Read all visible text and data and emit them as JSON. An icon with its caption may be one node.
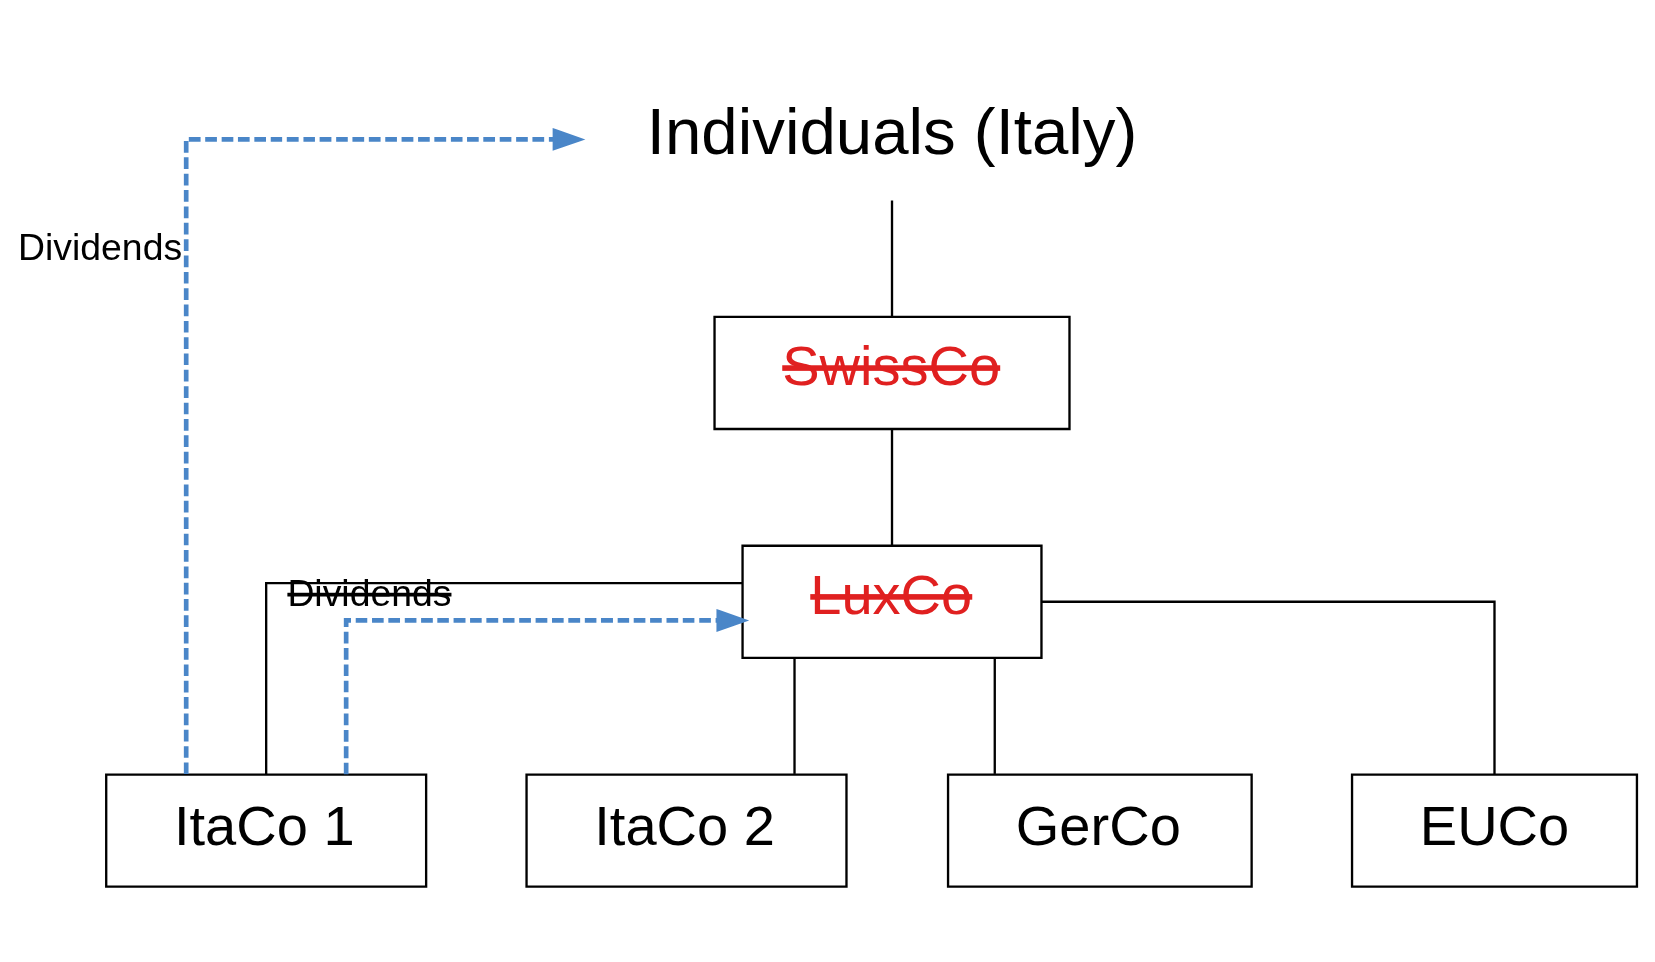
{
  "diagram": {
    "nodes": [
      {
        "text": [
          "Individuals (Italy)"
        ]
      },
      {
        "text": [
          "SwissCo"
        ]
      },
      {
        "text": [
          "LuxCo"
        ]
      },
      {
        "text": [
          "ItaCo 1"
        ]
      },
      {
        "text": [
          "ItaCo 2"
        ]
      },
      {
        "text": [
          "GerCo"
        ]
      },
      {
        "text": [
          "EUCo"
        ]
      }
    ],
    "edges": [
      {
        "from": 0,
        "to": 1,
        "arrow": "none"
      },
      {
        "from": 1,
        "to": 2,
        "arrow": "none"
      },
      {
        "from": 2,
        "to": 3,
        "arrow": "none"
      },
      {
        "from": 2,
        "to": 4,
        "arrow": "none"
      },
      {
        "from": 2,
        "to": 5,
        "arrow": "none"
      },
      {
        "from": 2,
        "to": 6,
        "arrow": "none"
      },
      {
        "from": 3,
        "to": 0,
        "arrow": "to",
        "label": "Dividends",
        "style": "dashed",
        "color": "#4a86c8"
      },
      {
        "from": 3,
        "to": 2,
        "arrow": "to",
        "label": "Dividends",
        "style": "dashed",
        "color": "#4a86c8"
      }
    ]
  }
}
